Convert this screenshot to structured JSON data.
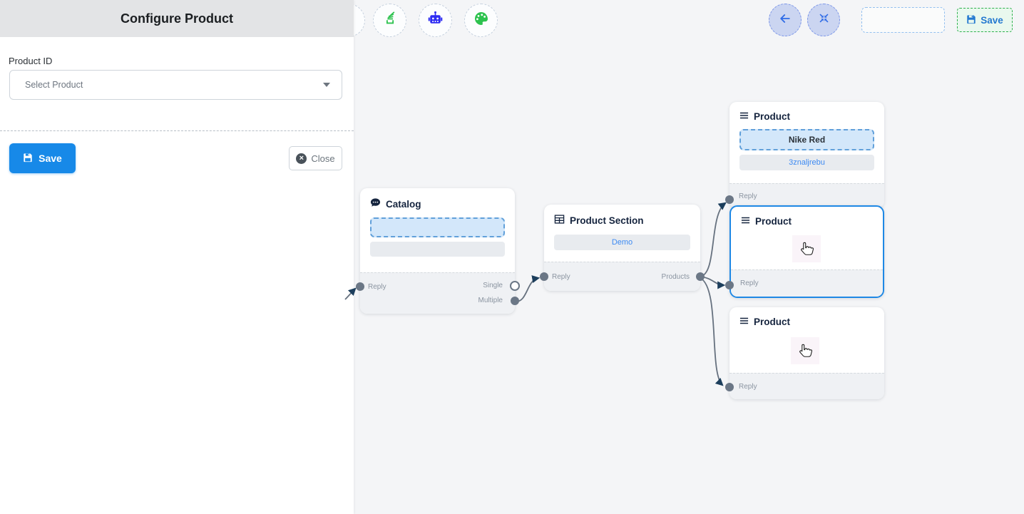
{
  "panel": {
    "title": "Configure Product",
    "product_id_label": "Product ID",
    "select_placeholder": "Select Product",
    "save_label": "Save",
    "close_label": "Close"
  },
  "toolbar": {
    "save_label": "Save",
    "left_icons": [
      "stack-icon",
      "robot-icon",
      "palette-icon"
    ],
    "right_icons": [
      "arrow-left-icon",
      "compress-icon"
    ]
  },
  "nodes": {
    "catalog": {
      "title": "Catalog",
      "reply": "Reply",
      "single": "Single",
      "multiple": "Multiple"
    },
    "product_section": {
      "title": "Product Section",
      "value": "Demo",
      "reply": "Reply",
      "products": "Products"
    },
    "product_1": {
      "title": "Product",
      "value_primary": "Nike Red",
      "value_secondary": "3znaljrebu",
      "reply": "Reply"
    },
    "product_2": {
      "title": "Product",
      "reply": "Reply"
    },
    "product_3": {
      "title": "Product",
      "reply": "Reply"
    }
  },
  "colors": {
    "accent_blue": "#1789e8",
    "link_blue": "#3d8af2",
    "selection_blue": "#1e88e5",
    "save_green_border": "#2eb04c",
    "robot_blue": "#2e2cf2",
    "icon_green": "#2dc24e",
    "port_gray": "#6b7786",
    "arrow_navy": "#1c3e5c",
    "canvas_bg": "#f4f5f7"
  }
}
